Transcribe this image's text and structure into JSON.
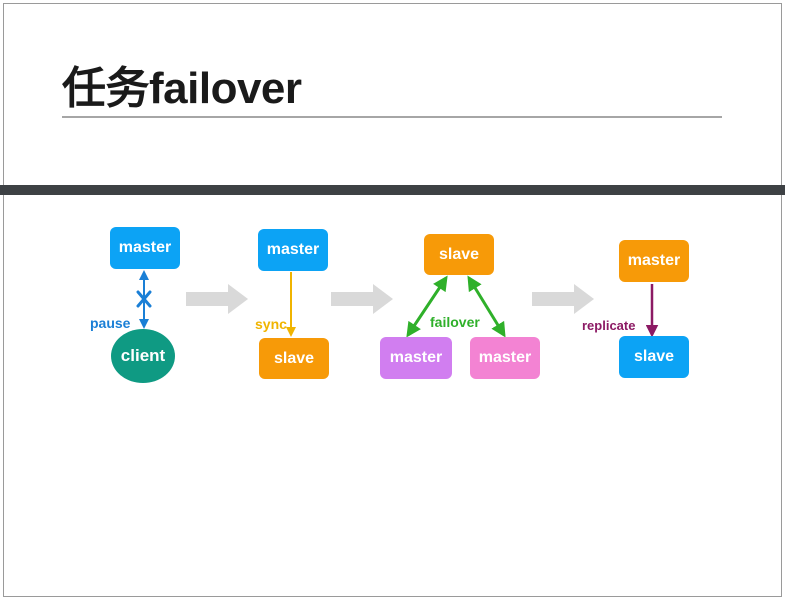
{
  "title": "任务failover",
  "stage1": {
    "master": "master",
    "client": "client",
    "link_label": "pause",
    "blocked_mark": "✗"
  },
  "stage2": {
    "master": "master",
    "slave": "slave",
    "link_label": "sync"
  },
  "stage3": {
    "slave": "slave",
    "master_left": "master",
    "master_right": "master",
    "link_label": "failover"
  },
  "stage4": {
    "master": "master",
    "slave": "slave",
    "link_label": "replicate"
  },
  "colors": {
    "blue": "#0ca3f5",
    "orange": "#f79a08",
    "purple": "#d17ef0",
    "pink": "#f383d3",
    "teal": "#0f9a83",
    "pause": "#1a7fd6",
    "sync": "#f0b400",
    "failover": "#2fb02a",
    "replicate": "#8c1a64",
    "stage_arrow": "#d9d9d9",
    "blocked": "#1a7fd6"
  },
  "icons": [
    "transition-arrow-icon",
    "double-arrow-icon",
    "blocked-cross-icon",
    "down-arrow-icon"
  ]
}
